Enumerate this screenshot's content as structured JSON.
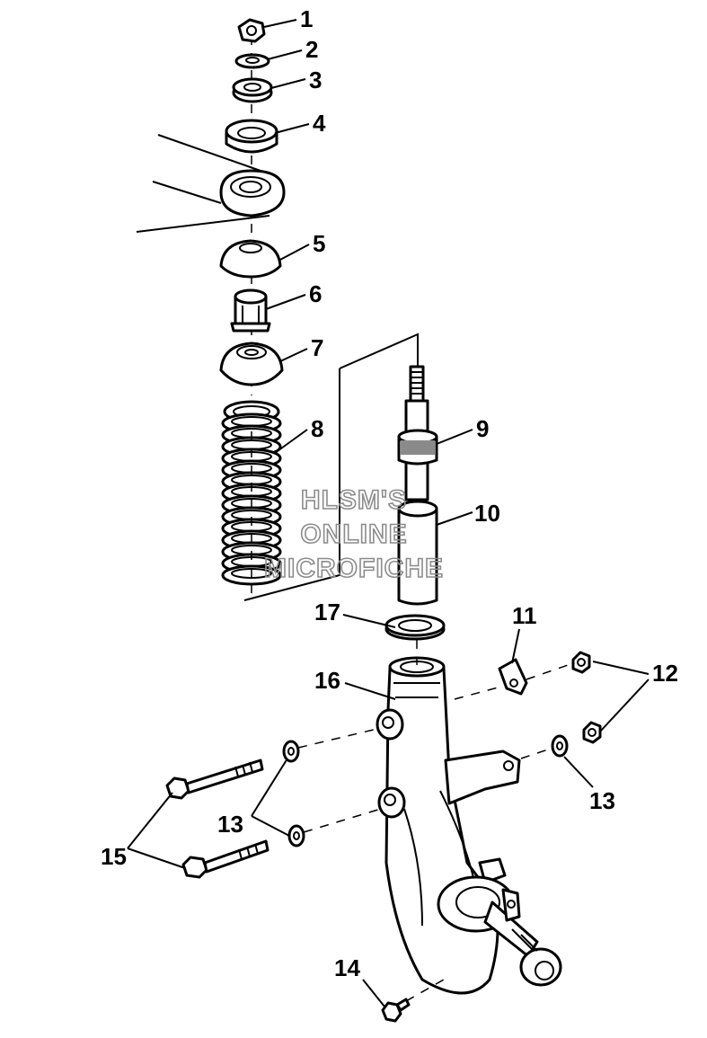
{
  "watermark": {
    "line1": "HLSM'S",
    "line2": "ONLINE",
    "line3": "MICROFICHE"
  },
  "callouts": {
    "c1": "1",
    "c2": "2",
    "c3": "3",
    "c4": "4",
    "c5": "5",
    "c6": "6",
    "c7": "7",
    "c8": "8",
    "c9": "9",
    "c10": "10",
    "c11": "11",
    "c12": "12",
    "c13a": "13",
    "c13b": "13",
    "c14": "14",
    "c15": "15",
    "c16": "16",
    "c17": "17"
  }
}
